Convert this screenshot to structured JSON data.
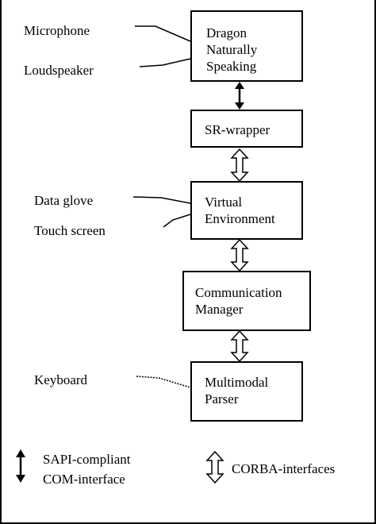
{
  "modules": {
    "dragon": {
      "line1": "Dragon",
      "line2": "Naturally",
      "line3": "Speaking"
    },
    "sr_wrapper": {
      "line1": "SR-wrapper"
    },
    "virtual_env": {
      "line1": "Virtual",
      "line2": "Environment"
    },
    "comm_manager": {
      "line1": "Communication",
      "line2": "Manager"
    },
    "parser": {
      "line1": "Multimodal",
      "line2": "Parser"
    }
  },
  "inputs": {
    "microphone": "Microphone",
    "loudspeaker": "Loudspeaker",
    "data_glove": "Data glove",
    "touch_screen": "Touch screen",
    "keyboard": "Keyboard"
  },
  "legend": {
    "sapi_line1": "SAPI-compliant",
    "sapi_line2": "COM-interface",
    "corba": "CORBA-interfaces"
  }
}
